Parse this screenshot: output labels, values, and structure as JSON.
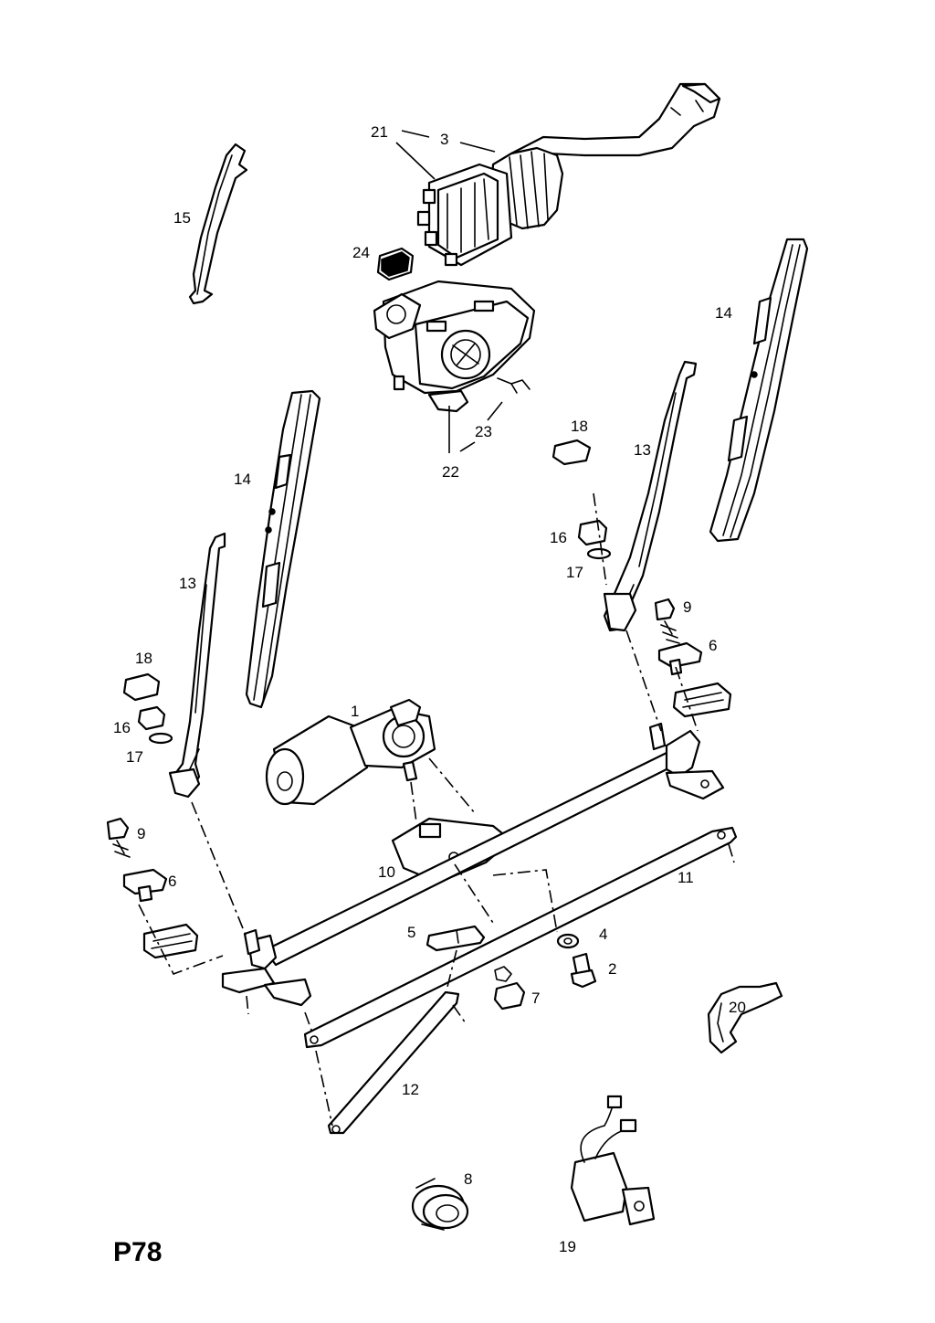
{
  "page_code": "P78",
  "callouts": {
    "c1": "1",
    "c2": "2",
    "c3": "3",
    "c4": "4",
    "c5": "5",
    "c6a": "6",
    "c6b": "6",
    "c7": "7",
    "c8": "8",
    "c9a": "9",
    "c9b": "9",
    "c10": "10",
    "c11": "11",
    "c12": "12",
    "c13a": "13",
    "c13b": "13",
    "c14a": "14",
    "c14b": "14",
    "c15": "15",
    "c16a": "16",
    "c16b": "16",
    "c17a": "17",
    "c17b": "17",
    "c18a": "18",
    "c18b": "18",
    "c19": "19",
    "c20": "20",
    "c21": "21",
    "c22": "22",
    "c23": "23",
    "c24": "24"
  }
}
